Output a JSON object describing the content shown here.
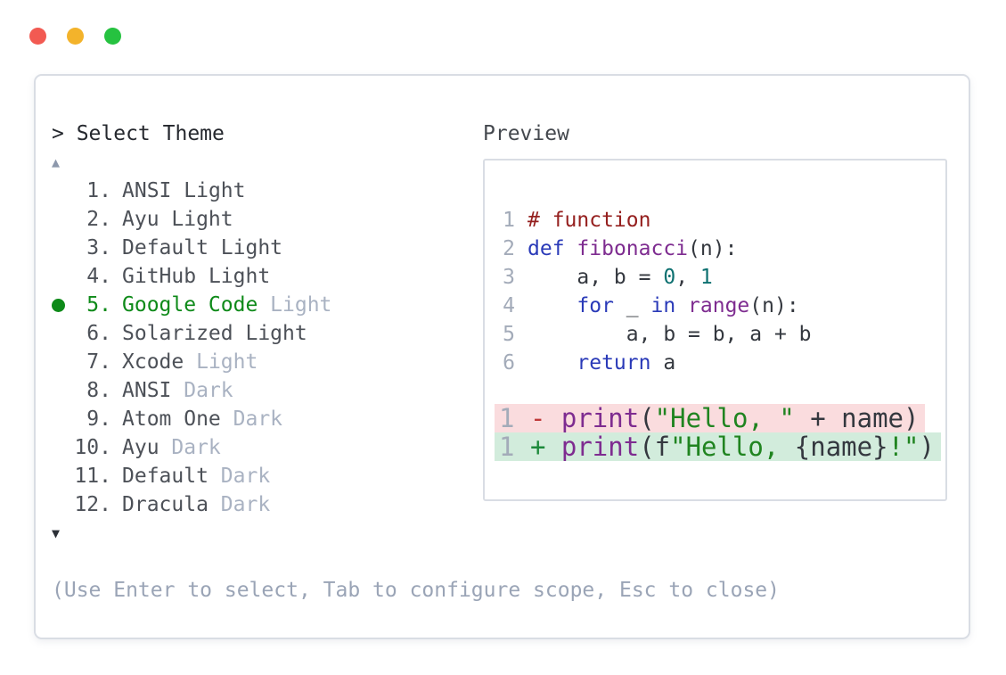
{
  "window": {
    "controls": [
      {
        "name": "close",
        "color": "#f25a52"
      },
      {
        "name": "minimize",
        "color": "#f3b32b"
      },
      {
        "name": "zoom",
        "color": "#26c240"
      }
    ]
  },
  "picker": {
    "title": "> Select Theme",
    "scroll_up_icon": "▲",
    "scroll_down_icon": "▼",
    "items": [
      {
        "number": "1.",
        "name": "ANSI",
        "variant": "Light",
        "variant_muted": false,
        "selected": false
      },
      {
        "number": "2.",
        "name": "Ayu",
        "variant": "Light",
        "variant_muted": false,
        "selected": false
      },
      {
        "number": "3.",
        "name": "Default",
        "variant": "Light",
        "variant_muted": false,
        "selected": false
      },
      {
        "number": "4.",
        "name": "GitHub",
        "variant": "Light",
        "variant_muted": false,
        "selected": false
      },
      {
        "number": "5.",
        "name": "Google Code",
        "variant": "Light",
        "variant_muted": true,
        "selected": true
      },
      {
        "number": "6.",
        "name": "Solarized",
        "variant": "Light",
        "variant_muted": false,
        "selected": false
      },
      {
        "number": "7.",
        "name": "Xcode",
        "variant": "Light",
        "variant_muted": true,
        "selected": false
      },
      {
        "number": "8.",
        "name": "ANSI",
        "variant": "Dark",
        "variant_muted": true,
        "selected": false
      },
      {
        "number": "9.",
        "name": "Atom One",
        "variant": "Dark",
        "variant_muted": true,
        "selected": false
      },
      {
        "number": "10.",
        "name": "Ayu",
        "variant": "Dark",
        "variant_muted": true,
        "selected": false
      },
      {
        "number": "11.",
        "name": "Default",
        "variant": "Dark",
        "variant_muted": true,
        "selected": false
      },
      {
        "number": "12.",
        "name": "Dracula",
        "variant": "Dark",
        "variant_muted": true,
        "selected": false
      }
    ],
    "selected_item": "Google Code Light",
    "help_text": "(Use Enter to select, Tab to configure scope, Esc to close)"
  },
  "preview": {
    "label": "Preview",
    "code_lines": [
      {
        "num": "1",
        "tokens": [
          {
            "text": "# function",
            "style": "comment"
          }
        ]
      },
      {
        "num": "2",
        "tokens": [
          {
            "text": "def",
            "style": "keyword"
          },
          {
            "text": " ",
            "style": "plain"
          },
          {
            "text": "fibonacci",
            "style": "function"
          },
          {
            "text": "(n):",
            "style": "plain"
          }
        ]
      },
      {
        "num": "3",
        "tokens": [
          {
            "text": "    a, b = ",
            "style": "plain"
          },
          {
            "text": "0",
            "style": "number"
          },
          {
            "text": ", ",
            "style": "plain"
          },
          {
            "text": "1",
            "style": "number"
          }
        ]
      },
      {
        "num": "4",
        "tokens": [
          {
            "text": "    ",
            "style": "plain"
          },
          {
            "text": "for",
            "style": "keyword"
          },
          {
            "text": " _ ",
            "style": "plain"
          },
          {
            "text": "in",
            "style": "keyword"
          },
          {
            "text": " ",
            "style": "plain"
          },
          {
            "text": "range",
            "style": "function"
          },
          {
            "text": "(n):",
            "style": "plain"
          }
        ]
      },
      {
        "num": "5",
        "tokens": [
          {
            "text": "        a, b = b, a + b",
            "style": "plain"
          }
        ]
      },
      {
        "num": "6",
        "tokens": [
          {
            "text": "    ",
            "style": "plain"
          },
          {
            "text": "return",
            "style": "keyword"
          },
          {
            "text": " a",
            "style": "plain"
          }
        ]
      }
    ],
    "diff_lines": [
      {
        "num": "1",
        "sign": "-",
        "kind": "removed",
        "tokens": [
          {
            "text": "print",
            "style": "function"
          },
          {
            "text": "(",
            "style": "plain"
          },
          {
            "text": "\"Hello, \"",
            "style": "string"
          },
          {
            "text": " + name)",
            "style": "plain"
          }
        ]
      },
      {
        "num": "1",
        "sign": "+",
        "kind": "added",
        "tokens": [
          {
            "text": "print",
            "style": "function"
          },
          {
            "text": "(f",
            "style": "plain"
          },
          {
            "text": "\"Hello, ",
            "style": "string"
          },
          {
            "text": "{name}",
            "style": "plain"
          },
          {
            "text": "!\"",
            "style": "string"
          },
          {
            "text": ")",
            "style": "plain"
          }
        ]
      }
    ]
  },
  "colors": {
    "selected_green": "#0e8a19",
    "muted_text": "#a9b2c2",
    "help_text": "#9aa4b6",
    "panel_border": "#d9dde4",
    "diff_removed_bg": "#fadcde",
    "diff_added_bg": "#d2ecdc",
    "diff_minus": "#bf3a3a",
    "diff_plus": "#1e8a3c",
    "line_number": "#a3abb9",
    "syntax": {
      "comment": "#95201f",
      "keyword": "#2a3ab8",
      "function": "#7e2c90",
      "number": "#0d7070",
      "string": "#208420",
      "plain": "#34383f"
    }
  }
}
